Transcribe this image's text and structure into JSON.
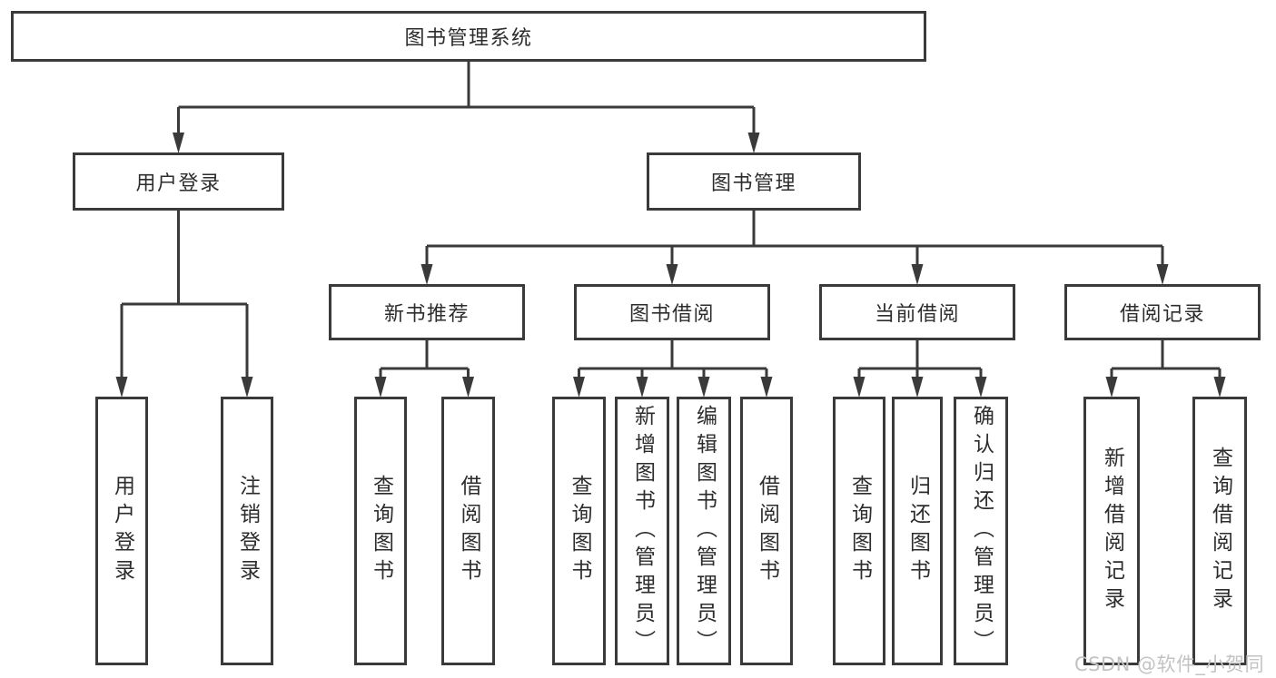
{
  "diagram": {
    "title": "图书管理系统",
    "nodes": [
      {
        "id": "root",
        "label": "图书管理系统",
        "parent": null
      },
      {
        "id": "user-login",
        "label": "用户登录",
        "parent": "root"
      },
      {
        "id": "book-mgmt",
        "label": "图书管理",
        "parent": "root"
      },
      {
        "id": "login",
        "label": "用户登录",
        "parent": "user-login"
      },
      {
        "id": "logout",
        "label": "注销登录",
        "parent": "user-login"
      },
      {
        "id": "new-book-rec",
        "label": "新书推荐",
        "parent": "book-mgmt"
      },
      {
        "id": "book-borrow",
        "label": "图书借阅",
        "parent": "book-mgmt"
      },
      {
        "id": "current-borrow",
        "label": "当前借阅",
        "parent": "book-mgmt"
      },
      {
        "id": "borrow-records",
        "label": "借阅记录",
        "parent": "book-mgmt"
      },
      {
        "id": "nbr-query",
        "label": "查询图书",
        "parent": "new-book-rec"
      },
      {
        "id": "nbr-borrow",
        "label": "借阅图书",
        "parent": "new-book-rec"
      },
      {
        "id": "bb-query",
        "label": "查询图书",
        "parent": "book-borrow"
      },
      {
        "id": "bb-add",
        "label": "新增图书（管理员）",
        "parent": "book-borrow"
      },
      {
        "id": "bb-edit",
        "label": "编辑图书（管理员）",
        "parent": "book-borrow"
      },
      {
        "id": "bb-borrow",
        "label": "借阅图书",
        "parent": "book-borrow"
      },
      {
        "id": "cb-query",
        "label": "查询图书",
        "parent": "current-borrow"
      },
      {
        "id": "cb-return",
        "label": "归还图书",
        "parent": "current-borrow"
      },
      {
        "id": "cb-confirm",
        "label": "确认归还（管理员）",
        "parent": "current-borrow"
      },
      {
        "id": "br-add",
        "label": "新增借阅记录",
        "parent": "borrow-records"
      },
      {
        "id": "br-query",
        "label": "查询借阅记录",
        "parent": "borrow-records"
      }
    ]
  },
  "watermark": {
    "text": "CSDN @软件_小贺同学"
  },
  "colors": {
    "line": "#3a3a3a",
    "border": "#3a3a3a",
    "text": "#2d2d2d",
    "background": "#ffffff",
    "watermark": "#c3c3c3"
  }
}
